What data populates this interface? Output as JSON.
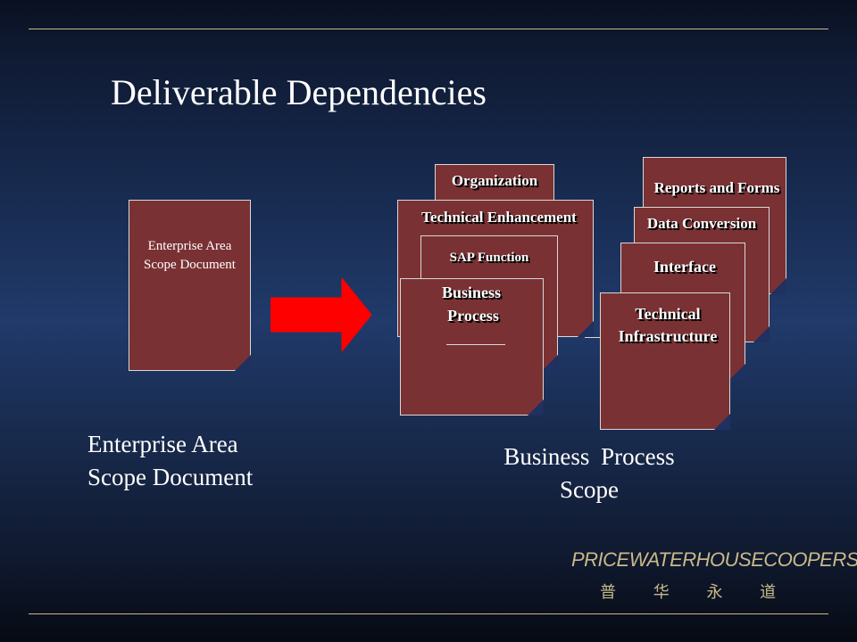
{
  "slide": {
    "title": "Deliverable Dependencies"
  },
  "left_document": {
    "label_line1": "Enterprise Area",
    "label_line2": "Scope Document"
  },
  "left_caption": {
    "line1": "Enterprise Area",
    "line2": "Scope Document"
  },
  "center_stack": {
    "organization": "Organization",
    "technical_enhancement": "Technical Enhancement",
    "sap_function": "SAP Function",
    "business_process_line1": "Business",
    "business_process_line2": "Process"
  },
  "right_stack": {
    "reports_and_forms": "Reports and Forms",
    "data_conversion": "Data Conversion",
    "interface": "Interface",
    "technical_infrastructure_line1": "Technical",
    "technical_infrastructure_line2": "Infrastructure"
  },
  "right_caption": {
    "line1": "Business Process",
    "line2": "Scope"
  },
  "logo": {
    "text": "PRICEWATERHOUSECOOPERS",
    "chinese": "普 华 永 道"
  },
  "colors": {
    "document_fill": "#7a3133",
    "arrow": "#ff0000",
    "rule": "#c9b98a"
  }
}
